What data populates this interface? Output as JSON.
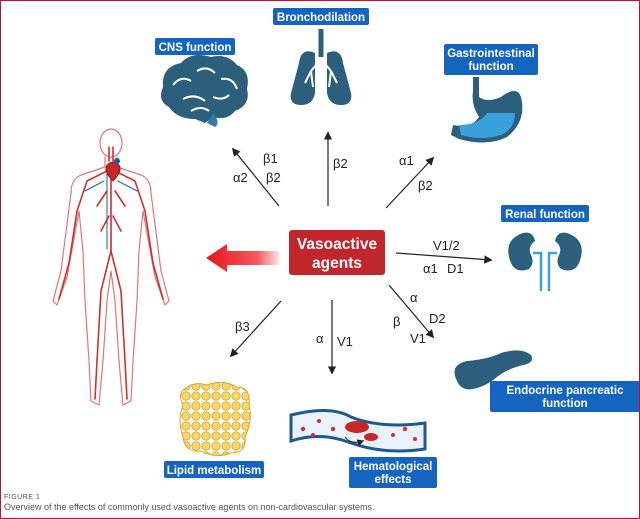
{
  "center": {
    "line1": "Vasoactive",
    "line2": "agents"
  },
  "systems": {
    "cns": "CNS function",
    "bronchodilation": "Bronchodilation",
    "gi": {
      "line1": "Gastrointestinal",
      "line2": "function"
    },
    "renal": "Renal function",
    "endocrine": {
      "line1": "Endocrine pancreatic",
      "line2": "function"
    },
    "hematological": {
      "line1": "Hematological",
      "line2": "effects"
    },
    "lipid": "Lipid metabolism"
  },
  "receptors": {
    "cns": [
      "β1",
      "α2",
      "β2"
    ],
    "bronchodilation": [
      "β2"
    ],
    "gi": [
      "α1",
      "β2"
    ],
    "renal": [
      "V1/2",
      "α1",
      "D1"
    ],
    "endocrine": [
      "α",
      "β",
      "D2",
      "V1"
    ],
    "hematological": [
      "α",
      "V1"
    ],
    "lipid": [
      "β3"
    ]
  },
  "caption": {
    "label": "FIGURE 1",
    "text": "Overview of the effects of commonly used vasoactive agents on non-cardiovascular systems."
  },
  "colors": {
    "accent_blue": "#1565c0",
    "center_red": "#c0262c",
    "arrow_red": "#e8141b",
    "organ_blue": "#2c5f7c",
    "vessel_red": "#d32f2f",
    "fat_yellow": "#f2cf5b"
  },
  "icons": [
    "brain-icon",
    "lungs-icon",
    "stomach-icon",
    "kidneys-icon",
    "pancreas-icon",
    "blood-vessel-icon",
    "adipose-tissue-icon",
    "human-circulatory-system-icon"
  ]
}
